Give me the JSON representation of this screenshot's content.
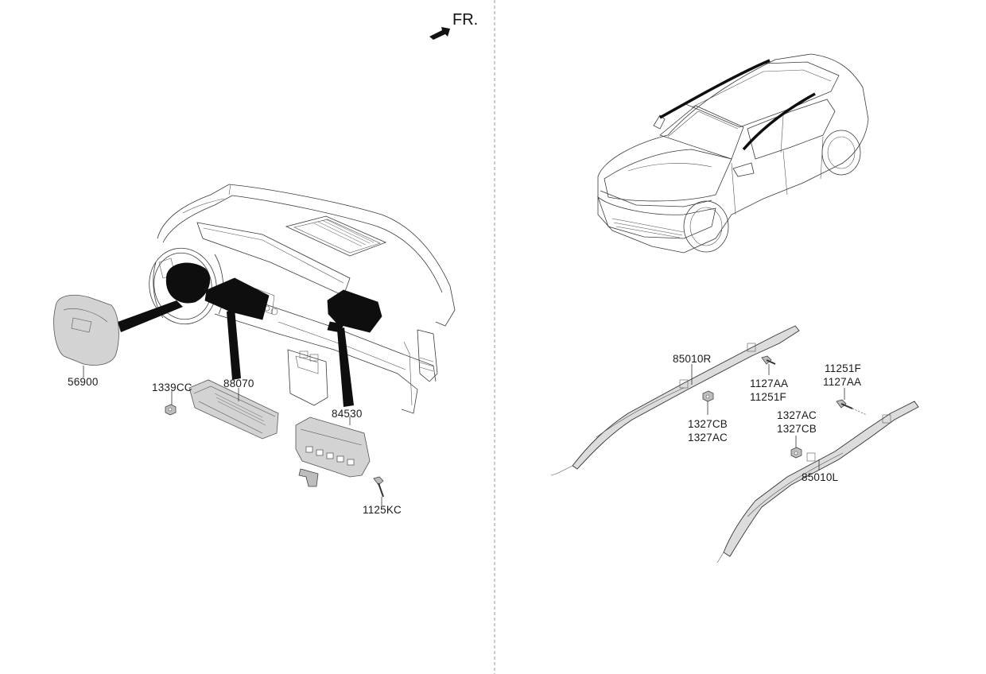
{
  "orientation": {
    "label": "FR.",
    "icon": "front-direction-arrow-icon"
  },
  "parts": {
    "driver_airbag": "56900",
    "nut_1339": "1339CC",
    "knee_airbag": "88070",
    "passenger_airbag": "84530",
    "bolt_1125": "1125KC",
    "curtain_right": "85010R",
    "curtain_left": "85010L",
    "bolt_right_a": "1127AA",
    "bolt_right_b": "11251F",
    "nut_right_a": "1327CB",
    "nut_right_b": "1327AC",
    "bolt_left_a": "11251F",
    "bolt_left_b": "1127AA",
    "nut_left_a": "1327AC",
    "nut_left_b": "1327CB"
  },
  "colors": {
    "line": "#333333",
    "part_fill": "#d3d3d3",
    "installed_part": "#0e0e0e",
    "divider": "#9a9a9a"
  }
}
